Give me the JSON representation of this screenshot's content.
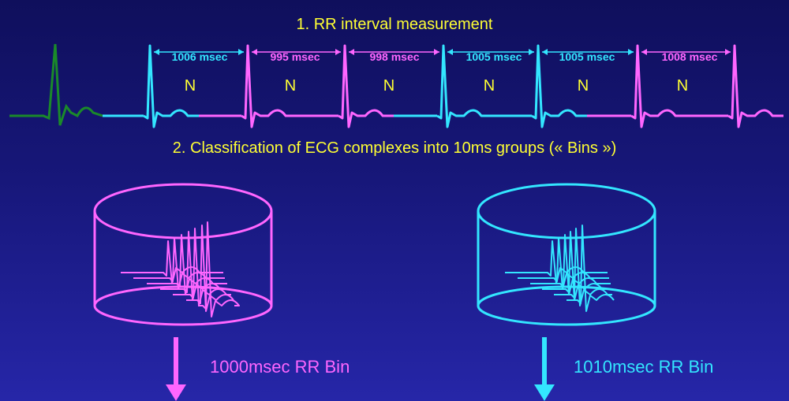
{
  "headings": {
    "step1": "1. RR interval measurement",
    "step2": "2. Classification of ECG complexes into 10ms groups (« Bins »)"
  },
  "intervals": [
    {
      "label": "1006 msec",
      "beat": "N",
      "color": "#33e6ff"
    },
    {
      "label": "995 msec",
      "beat": "N",
      "color": "#ff66ff"
    },
    {
      "label": "998 msec",
      "beat": "N",
      "color": "#ff66ff"
    },
    {
      "label": "1005 msec",
      "beat": "N",
      "color": "#33e6ff"
    },
    {
      "label": "1005 msec",
      "beat": "N",
      "color": "#33e6ff"
    },
    {
      "label": "1008 msec",
      "beat": "N",
      "color": "#ff66ff"
    }
  ],
  "bins": [
    {
      "label": "1000msec RR Bin",
      "color": "#ff66ff"
    },
    {
      "label": "1010msec RR Bin",
      "color": "#33e6ff"
    }
  ],
  "colors": {
    "heading": "#ffff33",
    "first_beat": "#1a8a2a",
    "cyan": "#33e6ff",
    "magenta": "#ff66ff",
    "arrow_line": "#ffffff"
  }
}
